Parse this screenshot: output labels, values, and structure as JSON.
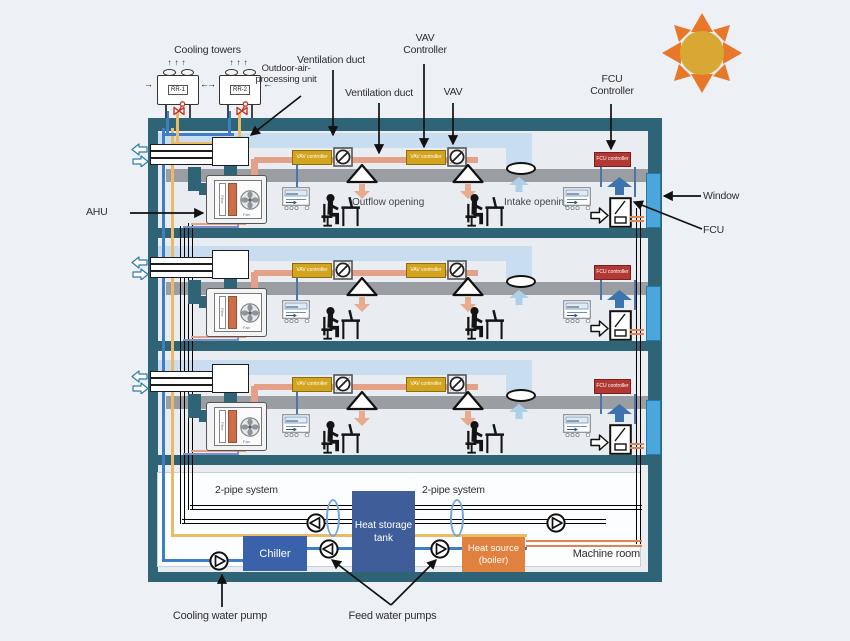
{
  "annotations": {
    "cooling_towers": "Cooling towers",
    "outdoor_air_unit": "Outdoor-air-processing unit",
    "ventilation_duct_top": "Ventilation duct",
    "ventilation_duct_mid": "Ventilation duct",
    "vav_controller": "VAV Controller",
    "vav": "VAV",
    "fcu_controller": "FCU Controller",
    "window": "Window",
    "fcu": "FCU",
    "ahu": "AHU",
    "outflow_opening": "Outflow opening",
    "intake_opening": "Intake opening",
    "two_pipe_left": "2-pipe system",
    "two_pipe_right": "2-pipe system",
    "machine_room": "Machine room",
    "cooling_water_pump": "Cooling water pump",
    "feed_water_pumps": "Feed water pumps"
  },
  "equipment": {
    "tower_1": "RR-1",
    "tower_2": "RR-2",
    "vav_controller_box": "VAV controller",
    "fcu_controller_box": "FCU controller",
    "chiller": "Chiller",
    "heat_storage_tank": "Heat storage tank",
    "heat_source_boiler": "Heat source (boiler)",
    "ahu_filter": "Filter",
    "ahu_fan": "Fan"
  },
  "icons": {
    "tower_up_arrows": "↑↑↑",
    "arrow_right": "→",
    "arrow_left": "←"
  },
  "floors": [
    {
      "show_opening_labels": true
    },
    {
      "show_opening_labels": false
    },
    {
      "show_opening_labels": false
    }
  ],
  "colors": {
    "wall": "#2e6475",
    "supply_duct": "#e3a287",
    "plenum": "#c9ddf0",
    "ceiling_duct": "#9a9ea2",
    "chilled_water_pipe": "#3e7dc7",
    "cooling_water_pipe": "#eaba64",
    "hot_water_pipe": "#e2834e",
    "two_pipe": "#8092c5",
    "vav_box": "#d3a41e",
    "fcu_box": "#b23833",
    "chiller_box": "#3a62ab",
    "tank_box": "#3f5e99",
    "boiler_box": "#e0813f",
    "window": "#4aa6db",
    "sun_core": "#d9a733",
    "sun_rays": "#e8772a"
  }
}
